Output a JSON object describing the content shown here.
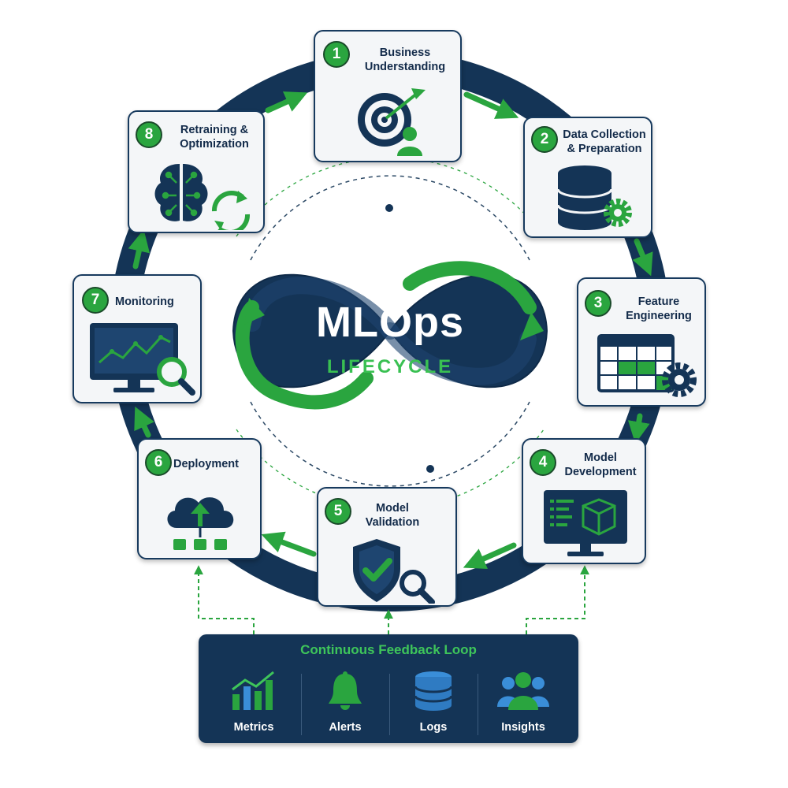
{
  "center": {
    "title": "MLOps",
    "subtitle": "LIFECYCLE"
  },
  "steps": [
    {
      "number": "1",
      "title": "Business\nUnderstanding",
      "icon": "target-user-icon"
    },
    {
      "number": "2",
      "title": "Data Collection\n& Preparation",
      "icon": "database-gear-icon"
    },
    {
      "number": "3",
      "title": "Feature\nEngineering",
      "icon": "table-gear-icon"
    },
    {
      "number": "4",
      "title": "Model\nDevelopment",
      "icon": "monitor-cube-icon"
    },
    {
      "number": "5",
      "title": "Model\nValidation",
      "icon": "shield-check-icon"
    },
    {
      "number": "6",
      "title": "Deployment",
      "icon": "cloud-upload-icon"
    },
    {
      "number": "7",
      "title": "Monitoring",
      "icon": "monitor-chart-icon"
    },
    {
      "number": "8",
      "title": "Retraining &\nOptimization",
      "icon": "brain-refresh-icon"
    }
  ],
  "feedback": {
    "title": "Continuous Feedback Loop",
    "items": [
      {
        "label": "Metrics",
        "icon": "bar-chart-icon"
      },
      {
        "label": "Alerts",
        "icon": "bell-icon"
      },
      {
        "label": "Logs",
        "icon": "database-icon"
      },
      {
        "label": "Insights",
        "icon": "users-icon"
      }
    ]
  },
  "colors": {
    "navy": "#143456",
    "green": "#2aa53f",
    "bright_green": "#39c052",
    "card_bg": "#f4f6f8"
  }
}
